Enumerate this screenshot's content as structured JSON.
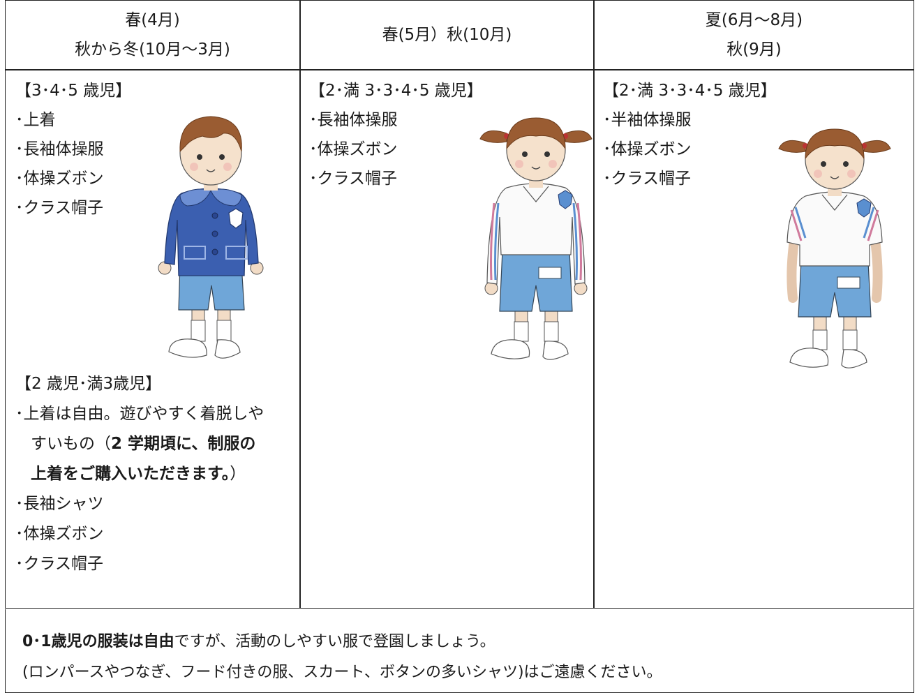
{
  "headers": [
    {
      "line1": "春(4月)",
      "line2": "秋から冬(10月～3月)"
    },
    {
      "line1": "春(5月）秋(10月)"
    },
    {
      "line1": "夏(6月～8月)",
      "line2": "秋(9月)"
    }
  ],
  "col1": {
    "group1_title": "【3･4･5 歳児】",
    "group1_items": [
      "･上着",
      "･長袖体操服",
      "･体操ズボン",
      "･クラス帽子"
    ],
    "group2_title": "【2 歳児･満3歳児】",
    "group2_note_l1": "･上着は自由。遊びやすく着脱しや",
    "group2_note_l2a": "すいもの（",
    "group2_note_l2b": "2 学期頃に、制服の",
    "group2_note_l3a": "上着をご購入いただきます。",
    "group2_note_l3b": "）",
    "group2_items": [
      "･長袖シャツ",
      "･体操ズボン",
      "･クラス帽子"
    ]
  },
  "col2": {
    "title": "【2･満 3･3･4･5 歳児】",
    "items": [
      "･長袖体操服",
      "･体操ズボン",
      "･クラス帽子"
    ]
  },
  "col3": {
    "title": "【2･満 3･3･4･5 歳児】",
    "items": [
      "･半袖体操服",
      "･体操ズボン",
      "･クラス帽子"
    ]
  },
  "footer": {
    "l1_bold": "0･1歳児の服装は自由",
    "l1_rest": "ですが、活動のしやすい服で登園しましょう。",
    "l2": "(ロンパースやつなぎ、フード付きの服、スカート、ボタンの多いシャツ)はご遠慮ください。"
  },
  "colors": {
    "jacket": "#3b5fb0",
    "shorts": "#6fa6d8",
    "hair": "#9a5c32",
    "stripe_pink": "#d07a9c",
    "stripe_blue": "#5a8fd0"
  }
}
